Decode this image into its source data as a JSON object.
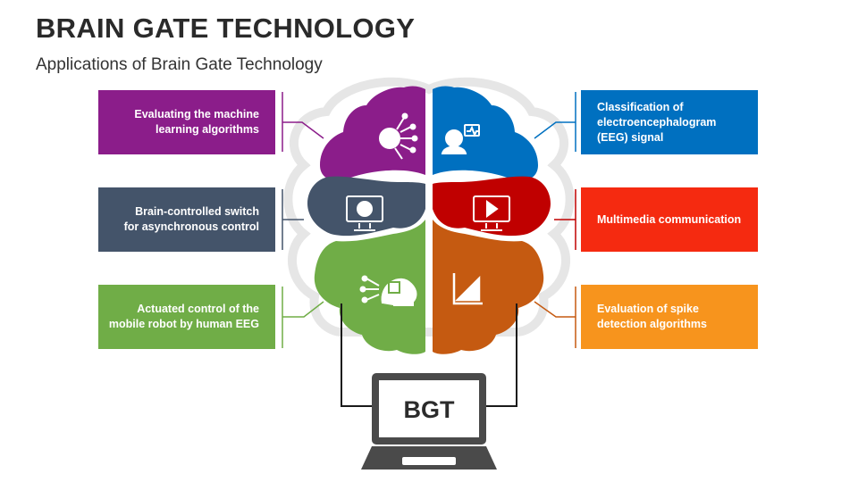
{
  "title": "BRAIN GATE TECHNOLOGY",
  "subtitle": "Applications of Brain Gate Technology",
  "items": [
    {
      "text": "Evaluating the machine\nlearning algorithms",
      "color": "#8b1d8a",
      "icon": "ai-head-icon"
    },
    {
      "text": "Brain-controlled switch\nfor asynchronous control",
      "color": "#44546a",
      "icon": "brain-monitor-icon"
    },
    {
      "text": "Actuated control of the\nmobile robot by human EEG",
      "color": "#70ad47",
      "icon": "chip-head-icon"
    },
    {
      "text": "Classification of\nelectroencephalogram\n(EEG) signal",
      "color": "#0070c0",
      "icon": "eeg-doctor-icon"
    },
    {
      "text": "Multimedia communication",
      "color": "#c00000",
      "icon": "multimedia-monitor-icon"
    },
    {
      "text": "Evaluation of spike\ndetection algorithms",
      "color": "#c55a11",
      "icon": "chart-icon"
    }
  ],
  "laptop_label": "BGT"
}
